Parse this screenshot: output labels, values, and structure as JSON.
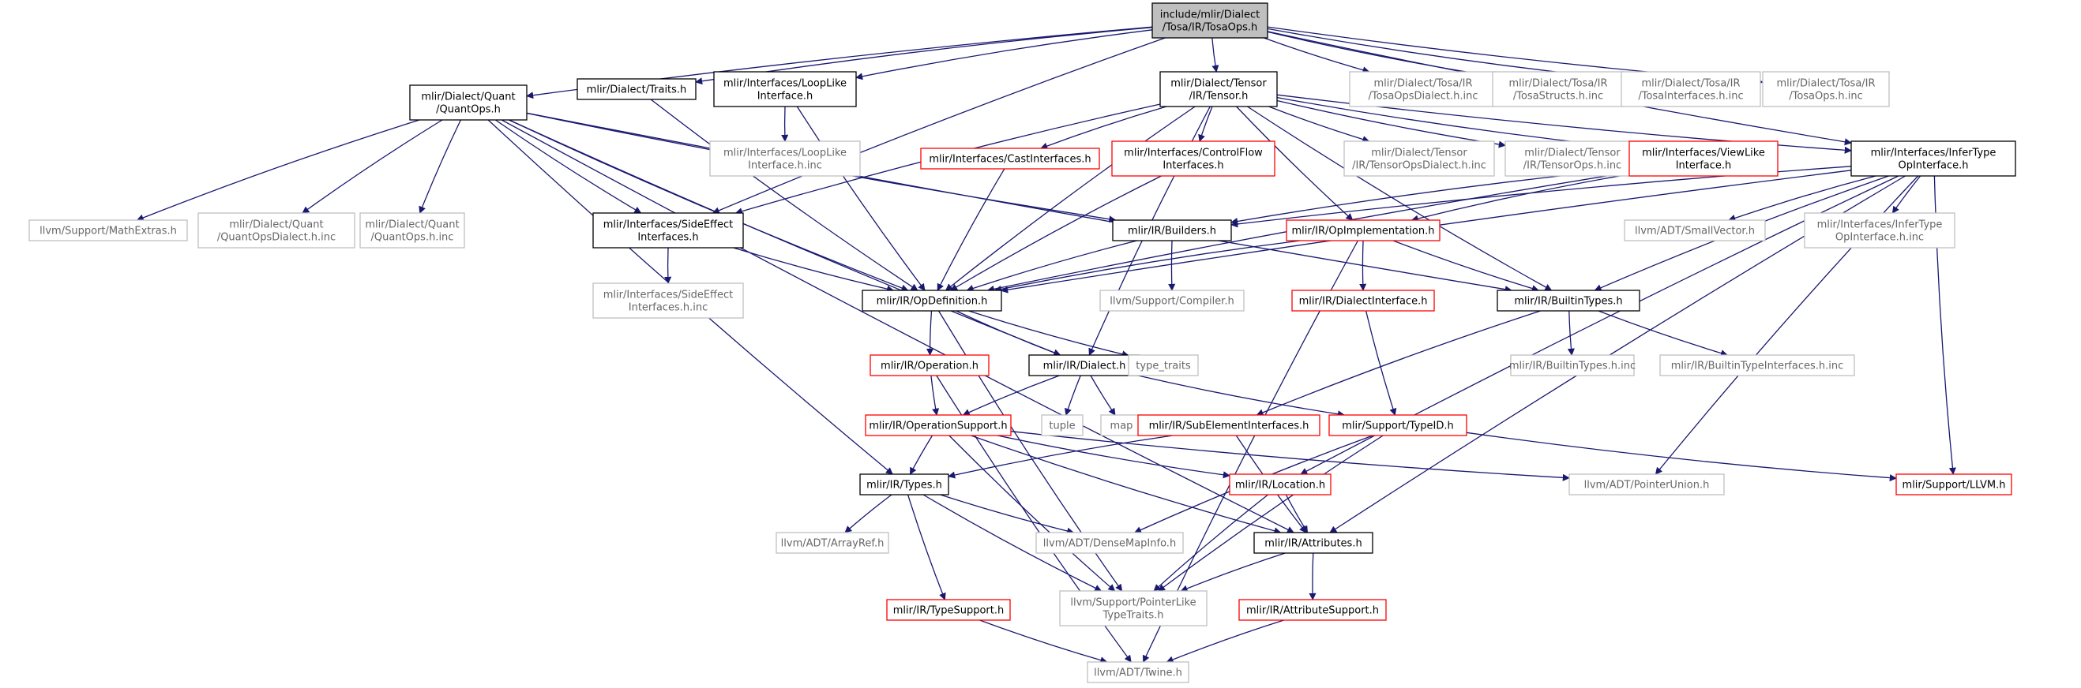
{
  "diagram": {
    "title": "",
    "nodes": [
      {
        "id": "root",
        "lines": [
          "include/mlir/Dialect",
          "/Tosa/IR/TosaOps.h"
        ],
        "style": "root"
      },
      {
        "id": "quantops",
        "lines": [
          "mlir/Dialect/Quant",
          "/QuantOps.h"
        ],
        "style": "black"
      },
      {
        "id": "traits",
        "lines": [
          "mlir/Dialect/Traits.h"
        ],
        "style": "black"
      },
      {
        "id": "looplike",
        "lines": [
          "mlir/Interfaces/LoopLike",
          "Interface.h"
        ],
        "style": "black"
      },
      {
        "id": "tensor",
        "lines": [
          "mlir/Dialect/Tensor",
          "/IR/Tensor.h"
        ],
        "style": "black"
      },
      {
        "id": "tosaopsdialect",
        "lines": [
          "mlir/Dialect/Tosa/IR",
          "/TosaOpsDialect.h.inc"
        ],
        "style": "gray"
      },
      {
        "id": "tosastructs",
        "lines": [
          "mlir/Dialect/Tosa/IR",
          "/TosaStructs.h.inc"
        ],
        "style": "gray"
      },
      {
        "id": "tosainterfaces",
        "lines": [
          "mlir/Dialect/Tosa/IR",
          "/TosaInterfaces.h.inc"
        ],
        "style": "gray"
      },
      {
        "id": "tosaopsinc",
        "lines": [
          "mlir/Dialect/Tosa/IR",
          "/TosaOps.h.inc"
        ],
        "style": "gray"
      },
      {
        "id": "infertype",
        "lines": [
          "mlir/Interfaces/InferType",
          "OpInterface.h"
        ],
        "style": "black"
      },
      {
        "id": "looplikeinc",
        "lines": [
          "mlir/Interfaces/LoopLike",
          "Interface.h.inc"
        ],
        "style": "gray"
      },
      {
        "id": "castinterfaces",
        "lines": [
          "mlir/Interfaces/CastInterfaces.h"
        ],
        "style": "red"
      },
      {
        "id": "controlflow",
        "lines": [
          "mlir/Interfaces/ControlFlow",
          "Interfaces.h"
        ],
        "style": "red"
      },
      {
        "id": "tensoropsdialect",
        "lines": [
          "mlir/Dialect/Tensor",
          "/IR/TensorOpsDialect.h.inc"
        ],
        "style": "gray"
      },
      {
        "id": "tensoropsinc",
        "lines": [
          "mlir/Dialect/Tensor",
          "/IR/TensorOps.h.inc"
        ],
        "style": "gray"
      },
      {
        "id": "viewlike",
        "lines": [
          "mlir/Interfaces/ViewLike",
          "Interface.h"
        ],
        "style": "red"
      },
      {
        "id": "mathextras",
        "lines": [
          "llvm/Support/MathExtras.h"
        ],
        "style": "gray"
      },
      {
        "id": "quantopsdialect",
        "lines": [
          "mlir/Dialect/Quant",
          "/QuantOpsDialect.h.inc"
        ],
        "style": "gray"
      },
      {
        "id": "quantopsinc",
        "lines": [
          "mlir/Dialect/Quant",
          "/QuantOps.h.inc"
        ],
        "style": "gray"
      },
      {
        "id": "sideeffect",
        "lines": [
          "mlir/Interfaces/SideEffect",
          "Interfaces.h"
        ],
        "style": "black"
      },
      {
        "id": "builders",
        "lines": [
          "mlir/IR/Builders.h"
        ],
        "style": "black"
      },
      {
        "id": "opimpl",
        "lines": [
          "mlir/IR/OpImplementation.h"
        ],
        "style": "red"
      },
      {
        "id": "smallvector",
        "lines": [
          "llvm/ADT/SmallVector.h"
        ],
        "style": "gray"
      },
      {
        "id": "infertypeinc",
        "lines": [
          "mlir/Interfaces/InferType",
          "OpInterface.h.inc"
        ],
        "style": "gray"
      },
      {
        "id": "sideeffectinc",
        "lines": [
          "mlir/Interfaces/SideEffect",
          "Interfaces.h.inc"
        ],
        "style": "gray"
      },
      {
        "id": "opdef",
        "lines": [
          "mlir/IR/OpDefinition.h"
        ],
        "style": "black"
      },
      {
        "id": "compiler",
        "lines": [
          "llvm/Support/Compiler.h"
        ],
        "style": "gray"
      },
      {
        "id": "dialectinterface",
        "lines": [
          "mlir/IR/DialectInterface.h"
        ],
        "style": "red"
      },
      {
        "id": "builtintypes",
        "lines": [
          "mlir/IR/BuiltinTypes.h"
        ],
        "style": "black"
      },
      {
        "id": "operation",
        "lines": [
          "mlir/IR/Operation.h"
        ],
        "style": "red"
      },
      {
        "id": "dialect",
        "lines": [
          "mlir/IR/Dialect.h"
        ],
        "style": "black"
      },
      {
        "id": "typetraits",
        "lines": [
          "type_traits"
        ],
        "style": "gray"
      },
      {
        "id": "builtintypesinc",
        "lines": [
          "mlir/IR/BuiltinTypes.h.inc"
        ],
        "style": "gray"
      },
      {
        "id": "builtintypeifaces",
        "lines": [
          "mlir/IR/BuiltinTypeInterfaces.h.inc"
        ],
        "style": "gray"
      },
      {
        "id": "tuple",
        "lines": [
          "tuple"
        ],
        "style": "gray"
      },
      {
        "id": "map",
        "lines": [
          "map"
        ],
        "style": "gray"
      },
      {
        "id": "opsupport",
        "lines": [
          "mlir/IR/OperationSupport.h"
        ],
        "style": "red"
      },
      {
        "id": "subelement",
        "lines": [
          "mlir/IR/SubElementInterfaces.h"
        ],
        "style": "red"
      },
      {
        "id": "typeid",
        "lines": [
          "mlir/Support/TypeID.h"
        ],
        "style": "red"
      },
      {
        "id": "types",
        "lines": [
          "mlir/IR/Types.h"
        ],
        "style": "black"
      },
      {
        "id": "location",
        "lines": [
          "mlir/IR/Location.h"
        ],
        "style": "red"
      },
      {
        "id": "pointerunion",
        "lines": [
          "llvm/ADT/PointerUnion.h"
        ],
        "style": "gray"
      },
      {
        "id": "llvmh",
        "lines": [
          "mlir/Support/LLVM.h"
        ],
        "style": "red"
      },
      {
        "id": "arrayref",
        "lines": [
          "llvm/ADT/ArrayRef.h"
        ],
        "style": "gray"
      },
      {
        "id": "densemapinfo",
        "lines": [
          "llvm/ADT/DenseMapInfo.h"
        ],
        "style": "gray"
      },
      {
        "id": "attributes",
        "lines": [
          "mlir/IR/Attributes.h"
        ],
        "style": "black"
      },
      {
        "id": "typesupport",
        "lines": [
          "mlir/IR/TypeSupport.h"
        ],
        "style": "red"
      },
      {
        "id": "pointerlike",
        "lines": [
          "llvm/Support/PointerLike",
          "TypeTraits.h"
        ],
        "style": "gray"
      },
      {
        "id": "attrsupport",
        "lines": [
          "mlir/IR/AttributeSupport.h"
        ],
        "style": "red"
      },
      {
        "id": "twine",
        "lines": [
          "llvm/ADT/Twine.h"
        ],
        "style": "gray"
      }
    ],
    "edges": [
      [
        "root",
        "quantops"
      ],
      [
        "root",
        "traits"
      ],
      [
        "root",
        "looplike"
      ],
      [
        "root",
        "tensor"
      ],
      [
        "root",
        "tosaopsdialect"
      ],
      [
        "root",
        "tosastructs"
      ],
      [
        "root",
        "tosainterfaces"
      ],
      [
        "root",
        "tosaopsinc"
      ],
      [
        "root",
        "infertype"
      ],
      [
        "root",
        "sideeffect"
      ],
      [
        "quantops",
        "mathextras"
      ],
      [
        "quantops",
        "quantopsdialect"
      ],
      [
        "quantops",
        "quantopsinc"
      ],
      [
        "quantops",
        "sideeffect"
      ],
      [
        "quantops",
        "builders"
      ],
      [
        "quantops",
        "opdef"
      ],
      [
        "quantops",
        "dialect"
      ],
      [
        "quantops",
        "types"
      ],
      [
        "quantops",
        "attributes"
      ],
      [
        "quantops",
        "builtintypes"
      ],
      [
        "traits",
        "opdef"
      ],
      [
        "looplike",
        "looplikeinc"
      ],
      [
        "looplike",
        "opdef"
      ],
      [
        "tensor",
        "castinterfaces"
      ],
      [
        "tensor",
        "controlflow"
      ],
      [
        "tensor",
        "tensoropsdialect"
      ],
      [
        "tensor",
        "tensoropsinc"
      ],
      [
        "tensor",
        "viewlike"
      ],
      [
        "tensor",
        "sideeffect"
      ],
      [
        "tensor",
        "opimpl"
      ],
      [
        "tensor",
        "opdef"
      ],
      [
        "tensor",
        "dialect"
      ],
      [
        "tensor",
        "infertype"
      ],
      [
        "tensor",
        "builtintypes"
      ],
      [
        "castinterfaces",
        "opdef"
      ],
      [
        "controlflow",
        "opdef"
      ],
      [
        "viewlike",
        "builders"
      ],
      [
        "viewlike",
        "opdef"
      ],
      [
        "viewlike",
        "opimpl"
      ],
      [
        "infertype",
        "builders"
      ],
      [
        "infertype",
        "smallvector"
      ],
      [
        "infertype",
        "infertypeinc"
      ],
      [
        "infertype",
        "builtintypes"
      ],
      [
        "infertype",
        "opdef"
      ],
      [
        "infertype",
        "location"
      ],
      [
        "infertype",
        "llvmh"
      ],
      [
        "infertype",
        "pointerunion"
      ],
      [
        "infertype",
        "attributes"
      ],
      [
        "sideeffect",
        "sideeffectinc"
      ],
      [
        "sideeffect",
        "opdef"
      ],
      [
        "builders",
        "opdef"
      ],
      [
        "builders",
        "compiler"
      ],
      [
        "opimpl",
        "opdef"
      ],
      [
        "opimpl",
        "dialectinterface"
      ],
      [
        "opimpl",
        "builtintypes"
      ],
      [
        "opimpl",
        "twine"
      ],
      [
        "dialectinterface",
        "typeid"
      ],
      [
        "builtintypes",
        "builtintypesinc"
      ],
      [
        "builtintypes",
        "builtintypeifaces"
      ],
      [
        "builtintypes",
        "subelement"
      ],
      [
        "opdef",
        "operation"
      ],
      [
        "opdef",
        "dialect"
      ],
      [
        "opdef",
        "typetraits"
      ],
      [
        "opdef",
        "pointerlike"
      ],
      [
        "operation",
        "opsupport"
      ],
      [
        "operation",
        "twine"
      ],
      [
        "dialect",
        "opsupport"
      ],
      [
        "dialect",
        "tuple"
      ],
      [
        "dialect",
        "map"
      ],
      [
        "dialect",
        "typeid"
      ],
      [
        "opsupport",
        "types"
      ],
      [
        "opsupport",
        "location"
      ],
      [
        "opsupport",
        "attributes"
      ],
      [
        "opsupport",
        "pointerunion"
      ],
      [
        "opsupport",
        "pointerlike"
      ],
      [
        "subelement",
        "types"
      ],
      [
        "subelement",
        "attributes"
      ],
      [
        "typeid",
        "llvmh"
      ],
      [
        "typeid",
        "pointerlike"
      ],
      [
        "typeid",
        "densemapinfo"
      ],
      [
        "types",
        "arrayref"
      ],
      [
        "types",
        "densemapinfo"
      ],
      [
        "types",
        "typesupport"
      ],
      [
        "types",
        "pointerlike"
      ],
      [
        "location",
        "attributes"
      ],
      [
        "location",
        "pointerlike"
      ],
      [
        "attributes",
        "pointerlike"
      ],
      [
        "attributes",
        "attrsupport"
      ],
      [
        "typesupport",
        "twine"
      ],
      [
        "attrsupport",
        "twine"
      ]
    ]
  }
}
